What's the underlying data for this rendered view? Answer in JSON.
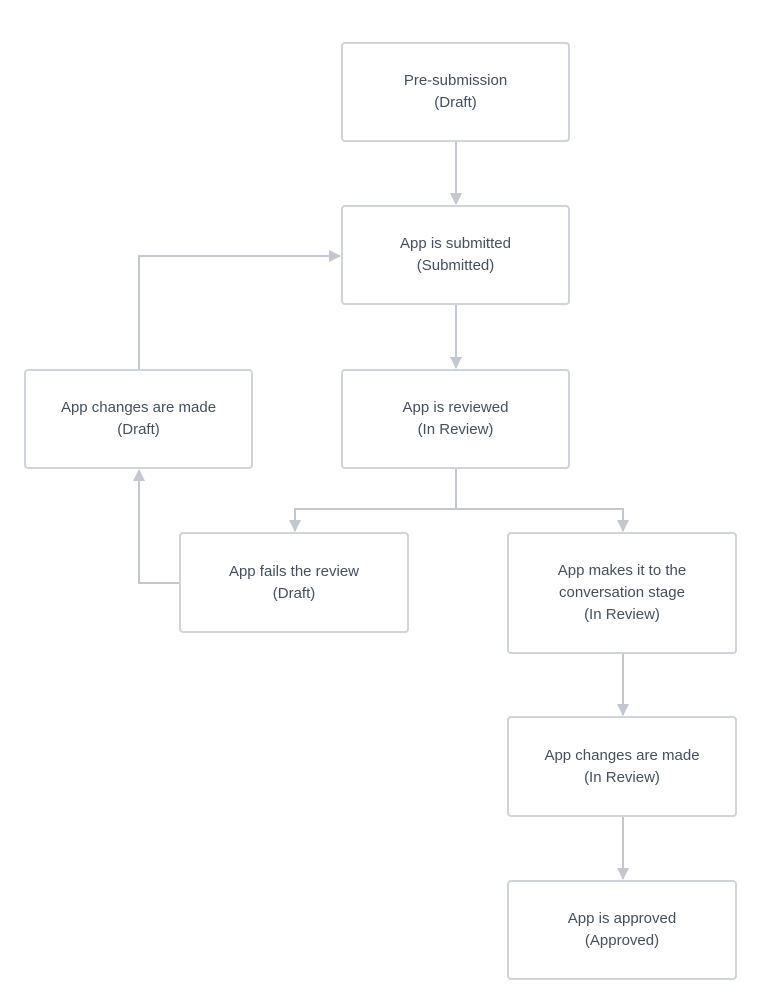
{
  "colors": {
    "border": "#d0d3d8",
    "connector": "#c4c8ce",
    "text": "#454f5b",
    "background": "#ffffff"
  },
  "nodes": {
    "pre_submission": {
      "line1": "Pre-submission",
      "status": "(Draft)"
    },
    "submitted": {
      "line1": "App is submitted",
      "status": "(Submitted)"
    },
    "changes_draft": {
      "line1": "App changes are made",
      "status": "(Draft)"
    },
    "reviewed": {
      "line1": "App is reviewed",
      "status": "(In Review)"
    },
    "fails": {
      "line1": "App fails the review",
      "status": "(Draft)"
    },
    "conversation": {
      "line1": "App makes it to the",
      "line2": "conversation stage",
      "status": "(In Review)"
    },
    "changes_review": {
      "line1": "App changes are made",
      "status": "(In Review)"
    },
    "approved": {
      "line1": "App is approved",
      "status": "(Approved)"
    }
  },
  "edges": [
    {
      "from": "pre_submission",
      "to": "submitted"
    },
    {
      "from": "submitted",
      "to": "reviewed"
    },
    {
      "from": "reviewed",
      "to": "fails"
    },
    {
      "from": "reviewed",
      "to": "conversation"
    },
    {
      "from": "fails",
      "to": "changes_draft"
    },
    {
      "from": "changes_draft",
      "to": "submitted"
    },
    {
      "from": "conversation",
      "to": "changes_review"
    },
    {
      "from": "changes_review",
      "to": "approved"
    }
  ]
}
